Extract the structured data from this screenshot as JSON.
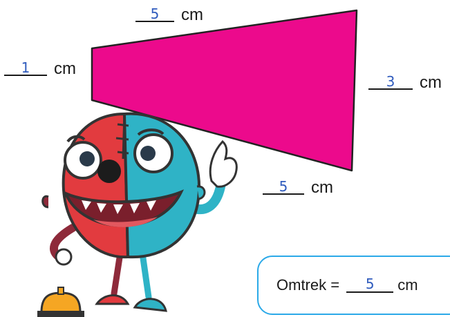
{
  "shape": {
    "fill": "#ec0a8c",
    "stroke": "#222222"
  },
  "sides": {
    "top": {
      "value": "5",
      "unit": "cm"
    },
    "left": {
      "value": "1",
      "unit": "cm"
    },
    "right": {
      "value": "3",
      "unit": "cm"
    },
    "bottom": {
      "value": "5",
      "unit": "cm"
    }
  },
  "perimeter": {
    "label": "Omtrek =",
    "value": "5",
    "unit": "cm"
  },
  "colors": {
    "answer_ink": "#2f5bbd",
    "box_border": "#2ba9e8",
    "monster_red": "#e23b3f",
    "monster_teal": "#2fb3c6"
  }
}
